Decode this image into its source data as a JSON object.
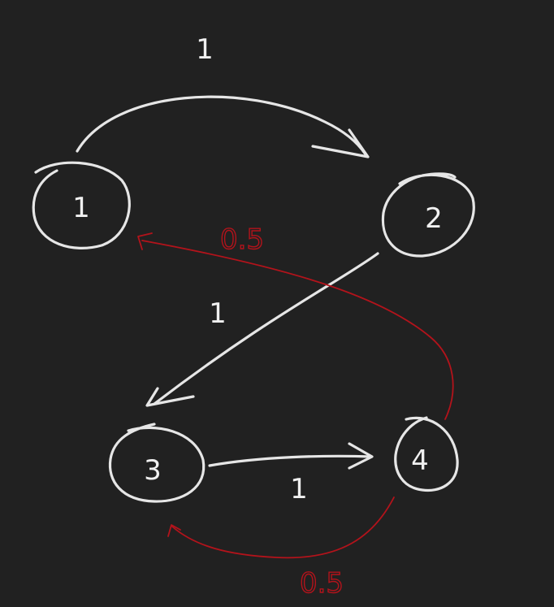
{
  "colors": {
    "background": "#212121",
    "ink_white": "#e6e6e6",
    "ink_red": "#b3131b"
  },
  "nodes": [
    {
      "id": "1",
      "label": "1"
    },
    {
      "id": "2",
      "label": "2"
    },
    {
      "id": "3",
      "label": "3"
    },
    {
      "id": "4",
      "label": "4"
    }
  ],
  "edges": [
    {
      "from": "1",
      "to": "2",
      "label": "1",
      "color": "white"
    },
    {
      "from": "2",
      "to": "3",
      "label": "1",
      "color": "white"
    },
    {
      "from": "3",
      "to": "4",
      "label": "1",
      "color": "white"
    },
    {
      "from": "4",
      "to": "1",
      "label": "0.5",
      "color": "red"
    },
    {
      "from": "4",
      "to": "3",
      "label": "0.5",
      "color": "red"
    }
  ]
}
